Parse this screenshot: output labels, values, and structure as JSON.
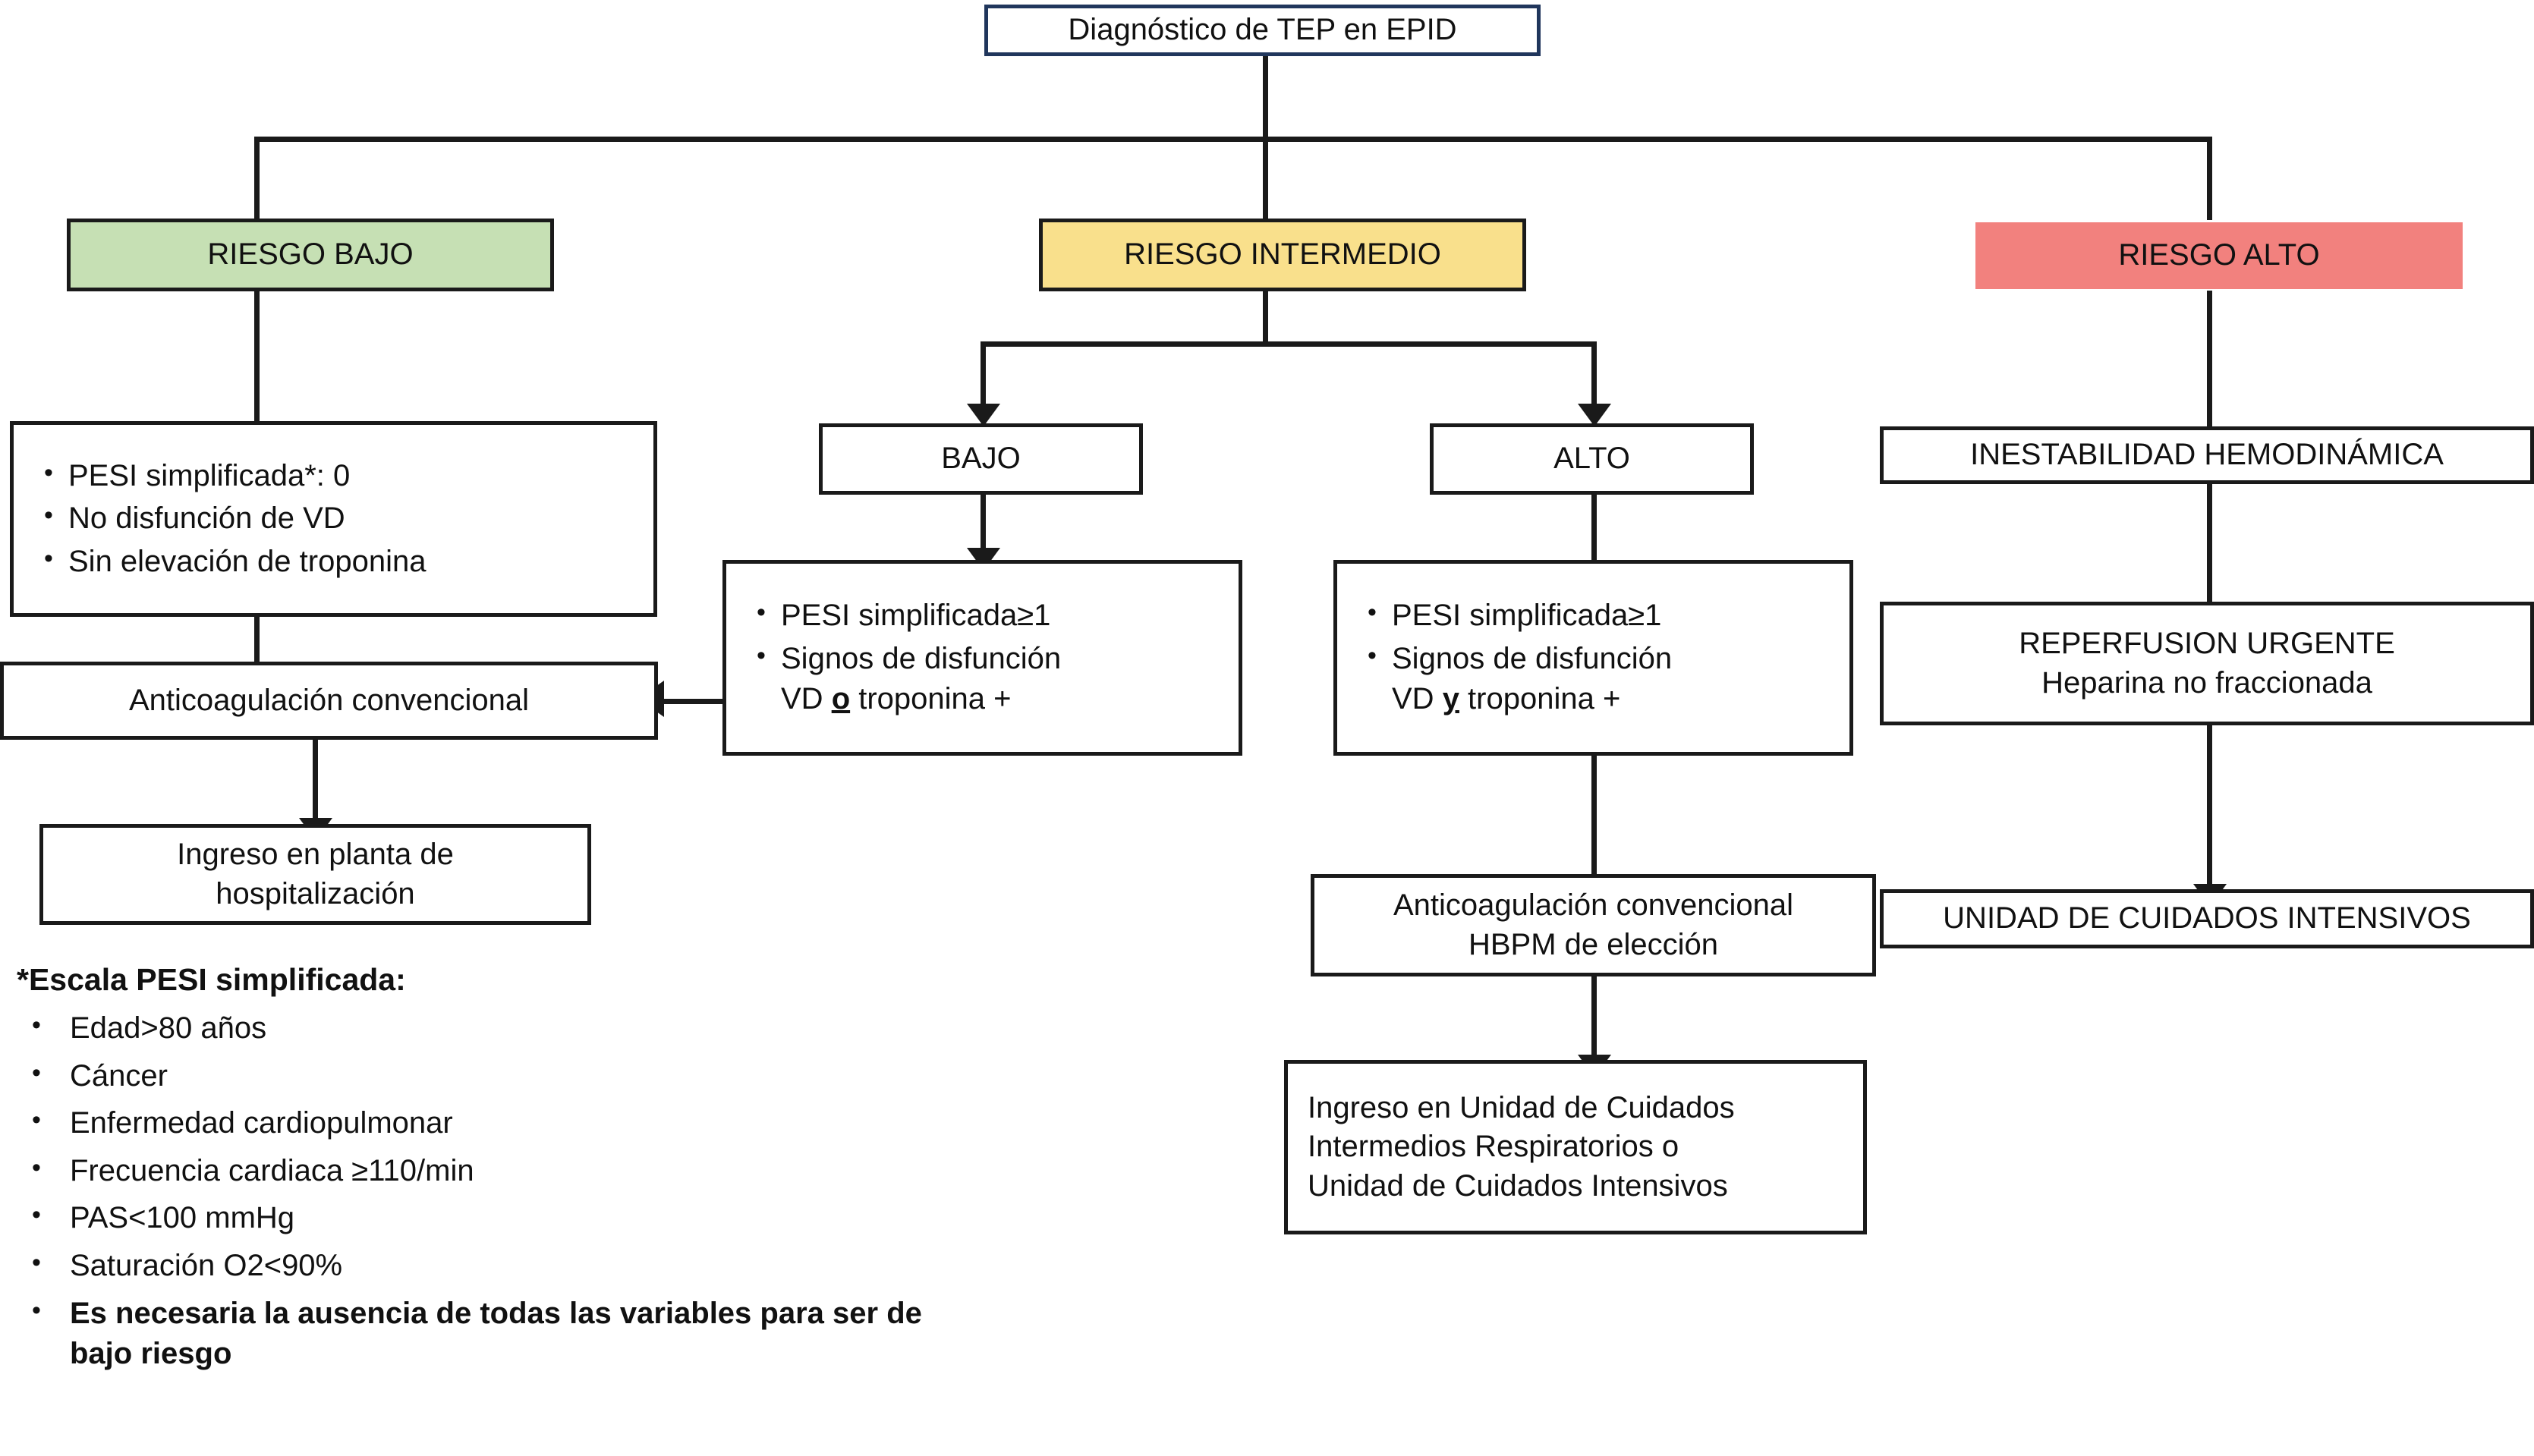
{
  "title": "Diagnóstico de TEP en EPID",
  "nodes": {
    "root": {
      "label": "Diagnóstico de TEP en EPID"
    },
    "risk_low": {
      "label": "RIESGO BAJO",
      "color": "#c6e0b4"
    },
    "risk_intermediate": {
      "label": "RIESGO INTERMEDIO",
      "color": "#f9e08c"
    },
    "risk_high": {
      "label": "RIESGO ALTO",
      "color": "#f2817e"
    },
    "low_criteria": {
      "bullet": "•",
      "items": [
        "PESI simplificada*: 0",
        "No disfunción de VD",
        "Sin elevación de troponina"
      ]
    },
    "low_anticoag": {
      "label": "Anticoagulación convencional"
    },
    "low_admission": {
      "line1": "Ingreso en planta de",
      "line2": "hospitalización"
    },
    "inter_low": {
      "label": "BAJO"
    },
    "inter_high": {
      "label": "ALTO"
    },
    "inter_low_criteria": {
      "bullet": "•",
      "item1": "PESI simplificada≥1",
      "item2_line1": "Signos de disfunción",
      "item2_prefix": "VD ",
      "item2_connector": "o",
      "item2_suffix": " troponina +"
    },
    "inter_high_criteria": {
      "bullet": "•",
      "item1": "PESI simplificada≥1",
      "item2_line1": "Signos de disfunción",
      "item2_prefix": "VD ",
      "item2_connector": "y",
      "item2_suffix": " troponina +"
    },
    "inter_high_anticoag": {
      "line1": "Anticoagulación convencional",
      "line2": "HBPM de elección"
    },
    "inter_high_admission": {
      "line1": "Ingreso en Unidad de Cuidados",
      "line2": "Intermedios Respiratorios o",
      "line3": "Unidad de Cuidados Intensivos"
    },
    "high_instability": {
      "label": "INESTABILIDAD HEMODINÁMICA"
    },
    "high_reperfusion": {
      "line1": "REPERFUSION URGENTE",
      "line2": "Heparina no fraccionada"
    },
    "high_icu": {
      "label": "UNIDAD DE CUIDADOS INTENSIVOS"
    }
  },
  "legend": {
    "title": "*Escala PESI simplificada:",
    "bullet": "•",
    "items": [
      {
        "text": "Edad>80 años",
        "bold": false
      },
      {
        "text": "Cáncer",
        "bold": false
      },
      {
        "text": "Enfermedad cardiopulmonar",
        "bold": false
      },
      {
        "text": "Frecuencia cardiaca ≥110/min",
        "bold": false
      },
      {
        "text": "PAS<100 mmHg",
        "bold": false
      },
      {
        "text": "Saturación O2<90%",
        "bold": false
      },
      {
        "text": "Es necesaria la ausencia de todas las variables para ser de bajo riesgo",
        "bold": true
      }
    ]
  },
  "colors": {
    "line": "#1a1a1a",
    "root_border": "#20365c",
    "low": "#c6e0b4",
    "intermediate": "#f9e08c",
    "high": "#f2817e"
  }
}
